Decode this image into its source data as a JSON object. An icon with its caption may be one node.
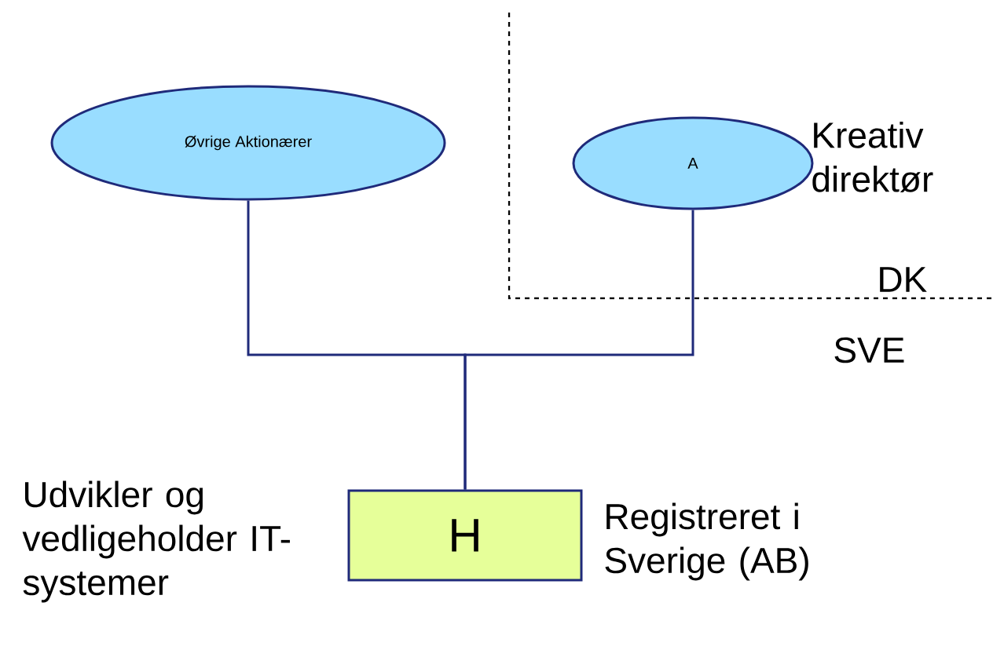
{
  "diagram": {
    "nodes": [
      {
        "text": [
          "Øvrige Aktionærer"
        ]
      },
      {
        "text": [
          "A"
        ],
        "beside": [
          "Kreativ direktør"
        ]
      },
      {
        "text": [
          "H"
        ],
        "beside": [
          "Udvikler og vedligeholder IT-systemer",
          "Registreret i Sverige (AB)"
        ]
      }
    ],
    "edges": [
      {
        "from": 0,
        "to": 2,
        "arrow": "none"
      },
      {
        "from": 1,
        "to": 2,
        "arrow": "none"
      }
    ],
    "labels": [
      "DK",
      "SVE"
    ]
  }
}
